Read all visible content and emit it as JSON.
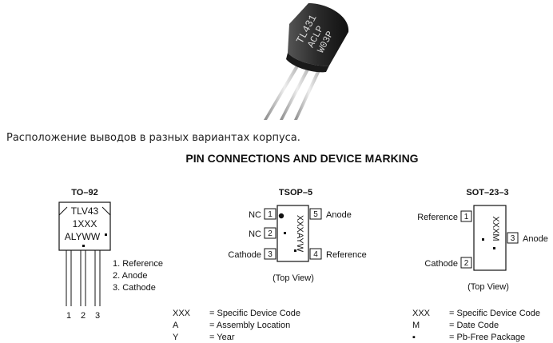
{
  "photo": {
    "marking_lines": [
      "TL431",
      "ACLP",
      "W03P"
    ]
  },
  "caption": "Расположение выводов в разных вариантах корпуса.",
  "diagram": {
    "title": "PIN CONNECTIONS AND DEVICE MARKING",
    "to92": {
      "name": "TO–92",
      "marking": [
        "TLV43",
        "1XXX",
        "ALYWW"
      ],
      "pin_list": [
        "1. Reference",
        "2. Anode",
        "3. Cathode"
      ],
      "pin_numbers": [
        "1",
        "2",
        "3"
      ]
    },
    "tsop5": {
      "name": "TSOP–5",
      "pins": [
        {
          "num": "1",
          "label": "NC"
        },
        {
          "num": "2",
          "label": "NC"
        },
        {
          "num": "3",
          "label": "Cathode"
        },
        {
          "num": "4",
          "label": "Reference"
        },
        {
          "num": "5",
          "label": "Anode"
        }
      ],
      "marking": "XXXAYW",
      "view": "(Top View)"
    },
    "sot23": {
      "name": "SOT–23–3",
      "pins": [
        {
          "num": "1",
          "label": "Reference"
        },
        {
          "num": "2",
          "label": "Cathode"
        },
        {
          "num": "3",
          "label": "Anode"
        }
      ],
      "marking": "XXXM",
      "view": "(Top View)"
    },
    "legend_left": [
      {
        "code": "XXX",
        "desc": "= Specific Device Code"
      },
      {
        "code": "A",
        "desc": "= Assembly Location"
      },
      {
        "code": "Y",
        "desc": "= Year"
      }
    ],
    "legend_right": [
      {
        "code": "XXX",
        "desc": "= Specific Device Code"
      },
      {
        "code": "M",
        "desc": "= Date Code"
      },
      {
        "code": "▪",
        "desc": "= Pb-Free Package"
      }
    ]
  }
}
